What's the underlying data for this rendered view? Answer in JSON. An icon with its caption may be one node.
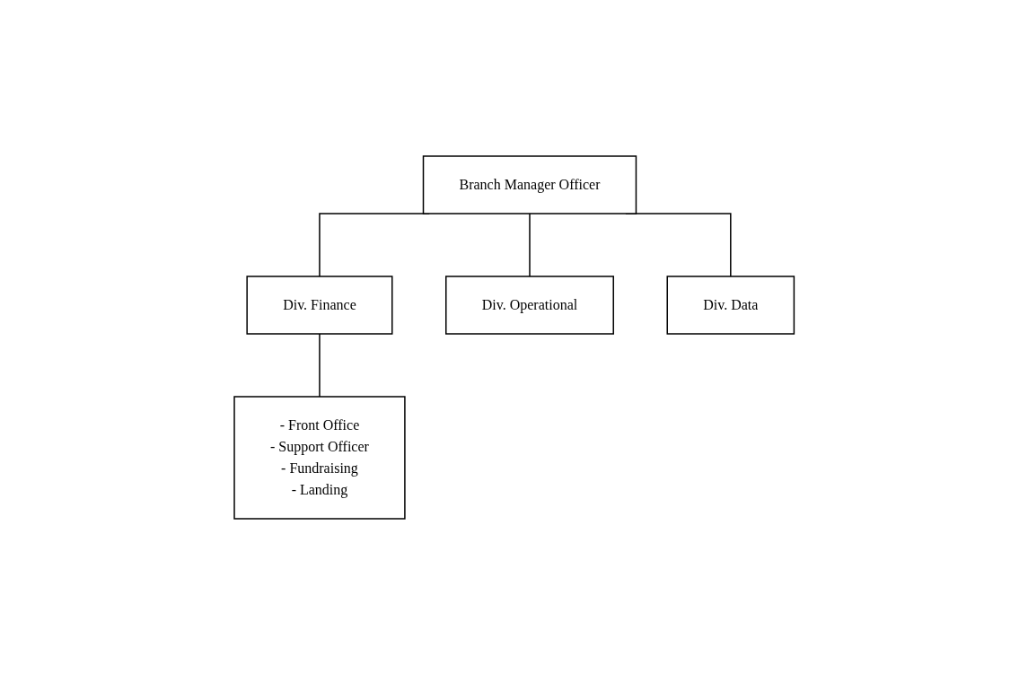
{
  "diagram": {
    "nodes": [
      {
        "text": [
          "Branch Manager Officer"
        ]
      },
      {
        "text": [
          "Div. Finance"
        ]
      },
      {
        "text": [
          "Div. Operational"
        ]
      },
      {
        "text": [
          "Div. Data"
        ]
      },
      {
        "text": [
          "- Front Office",
          "- Support Officer",
          "- Fundraising",
          "- Landing"
        ]
      }
    ],
    "edges": [
      {
        "from": 0,
        "to": 1,
        "arrow": "none"
      },
      {
        "from": 0,
        "to": 2,
        "arrow": "none"
      },
      {
        "from": 0,
        "to": 3,
        "arrow": "none"
      },
      {
        "from": 1,
        "to": 4,
        "arrow": "none"
      }
    ]
  }
}
